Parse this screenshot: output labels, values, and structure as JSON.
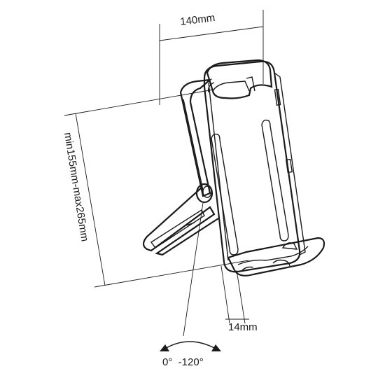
{
  "diagram": {
    "dims": {
      "width_label": "140mm",
      "height_label": "min155mm-max265mm",
      "thickness_label": "14mm",
      "rotation_label": "0°  -120°"
    },
    "colors": {
      "stroke": "#1a1a1a",
      "fill": "#ffffff",
      "shade": "#f2f2f2"
    }
  }
}
